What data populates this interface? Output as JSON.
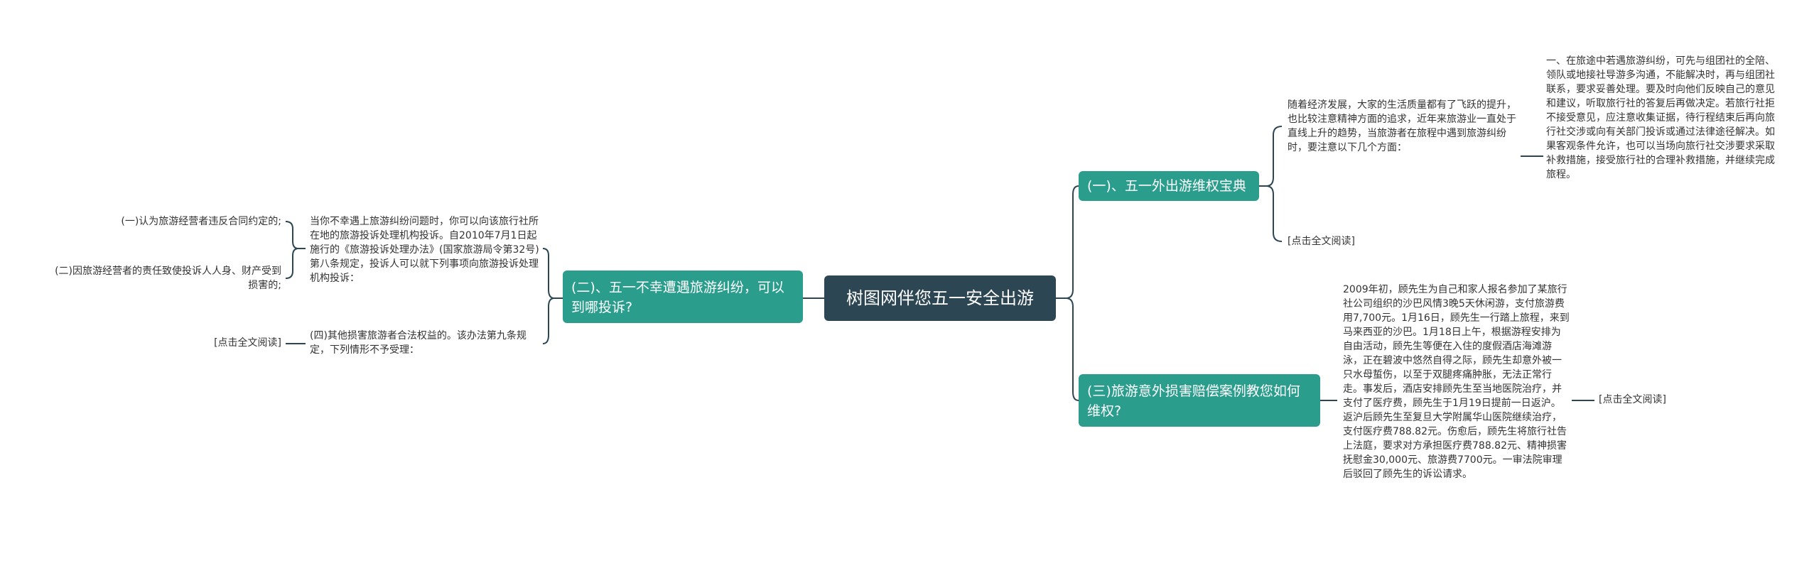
{
  "root": {
    "title": "树图网伴您五一安全出游"
  },
  "branches": {
    "b1": {
      "label": "(一)、五一外出游维权宝典",
      "intro": "随着经济发展，大家的生活质量都有了飞跃的提升，也比较注意精神方面的追求，近年来旅游业一直处于直线上升的趋势，当旅游者在旅程中遇到旅游纠纷时，要注意以下几个方面：",
      "detail": "一、在旅途中若遇旅游纠纷，可先与组团社的全陪、领队或地接社导游多沟通，不能解决时，再与组团社联系，要求妥善处理。要及时向他们反映自己的意见和建议，听取旅行社的答复后再做决定。若旅行社拒不接受意见，应注意收集证据，待行程结束后再向旅行社交涉或向有关部门投诉或通过法律途径解决。如果客观条件允许，也可以当场向旅行社交涉要求采取补救措施，接受旅行社的合理补救措施，并继续完成旅程。",
      "read_more": "[点击全文阅读]"
    },
    "b2": {
      "label": "(二)、五一不幸遭遇旅游纠纷，可以到哪投诉?",
      "intro": "当你不幸遇上旅游纠纷问题时，你可以向该旅行社所在地的旅游投诉处理机构投诉。自2010年7月1日起施行的《旅游投诉处理办法》(国家旅游局令第32号) 第八条规定，投诉人可以就下列事项向旅游投诉处理机构投诉：",
      "item1": "(一)认为旅游经营者违反合同约定的;",
      "item2": "(二)因旅游经营者的责任致使投诉人人身、财产受到损害的;",
      "item4": "(四)其他损害旅游者合法权益的。该办法第九条规定，下列情形不予受理：",
      "read_more": "[点击全文阅读]"
    },
    "b3": {
      "label": "(三)旅游意外损害赔偿案例教您如何维权?",
      "case": "2009年初，顾先生为自己和家人报名参加了某旅行社公司组织的沙巴风情3晚5天休闲游，支付旅游费用7,700元。1月16日，顾先生一行踏上旅程，来到马来西亚的沙巴。1月18日上午，根据游程安排为自由活动，顾先生等便在入住的度假酒店海滩游泳，正在碧波中悠然自得之际，顾先生却意外被一只水母蜇伤，以至于双腿疼痛肿胀，无法正常行走。事发后，酒店安排顾先生至当地医院治疗，并支付了医疗费，顾先生于1月19日提前一日返沪。返沪后顾先生至复旦大学附属华山医院继续治疗，支付医疗费788.82元。伤愈后，顾先生将旅行社告上法庭，要求对方承担医疗费788.82元、精神损害抚慰金30,000元、旅游费7700元。一审法院审理后驳回了顾先生的诉讼请求。",
      "read_more": "[点击全文阅读]"
    }
  },
  "colors": {
    "root": "#2c4653",
    "branch": "#2a9d8c",
    "line": "#2c4653",
    "text": "#333333"
  }
}
